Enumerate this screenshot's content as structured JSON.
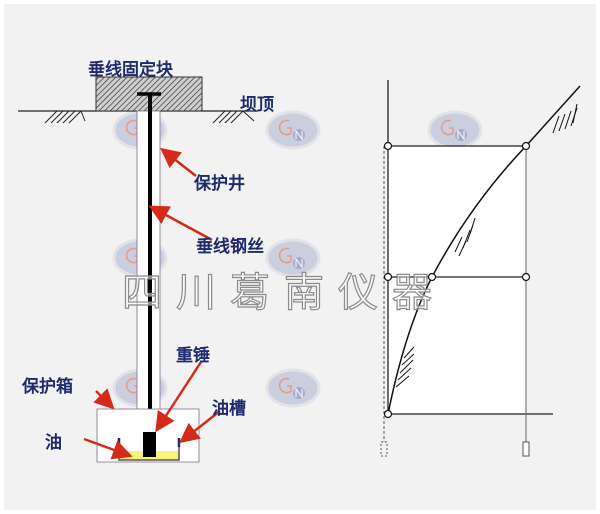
{
  "left_diagram": {
    "labels": {
      "anchor_block": "垂线固定块",
      "dam_crest": "坝顶",
      "protection_well": "保护井",
      "plumb_wire": "垂线钢丝",
      "weight": "重锤",
      "protection_box": "保护箱",
      "oil_tank": "油槽",
      "oil": "油"
    }
  },
  "watermark": {
    "text": "四川葛南仪器",
    "logo_letters": [
      "G",
      "N"
    ]
  },
  "colors": {
    "label": "#1f2a6b",
    "arrow": "#d42a1a",
    "oil": "#f7f27a",
    "tank": "#1f2a6b",
    "background": "#f2f2f2"
  }
}
